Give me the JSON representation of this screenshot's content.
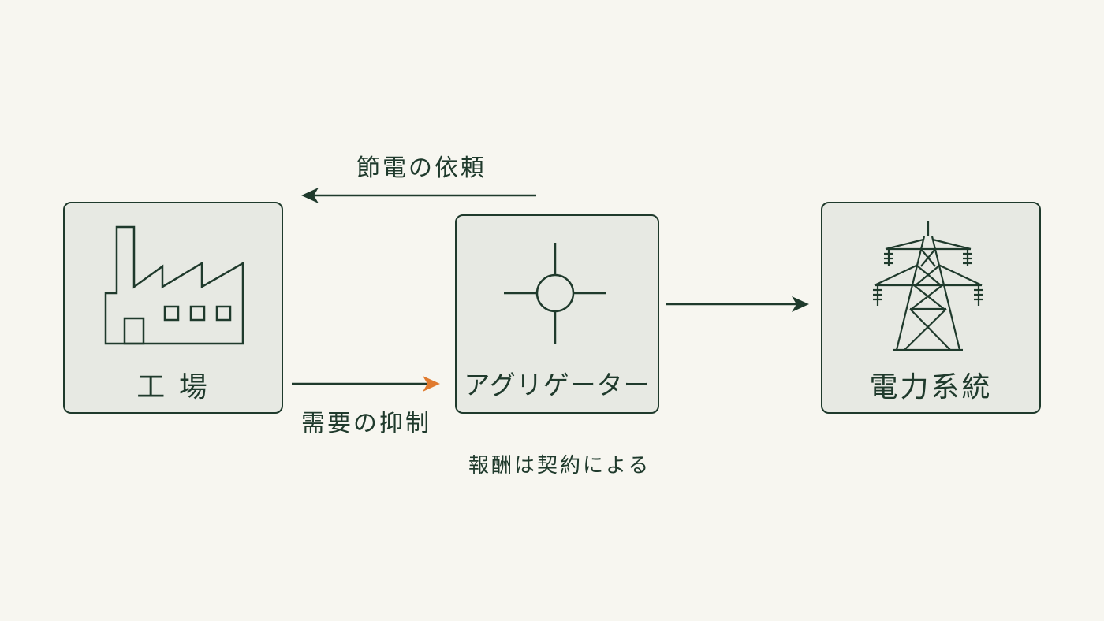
{
  "nodes": {
    "factory": {
      "label": "工 場",
      "icon": "factory-icon"
    },
    "aggregator": {
      "label": "アグリゲーター",
      "icon": "crosshair-node-icon"
    },
    "grid": {
      "label": "電力系統",
      "icon": "power-tower-icon"
    }
  },
  "edges": {
    "request": {
      "label": "節電の依頼",
      "from": "aggregator",
      "to": "factory"
    },
    "suppress": {
      "label": "需要の抑制",
      "from": "factory",
      "to": "aggregator"
    },
    "supply": {
      "label": "",
      "from": "aggregator",
      "to": "grid"
    }
  },
  "note": "報酬は契約による",
  "colors": {
    "background": "#f7f6f0",
    "box_fill": "#e7e9e3",
    "ink": "#1f3a2c",
    "accent": "#e07a2e"
  }
}
